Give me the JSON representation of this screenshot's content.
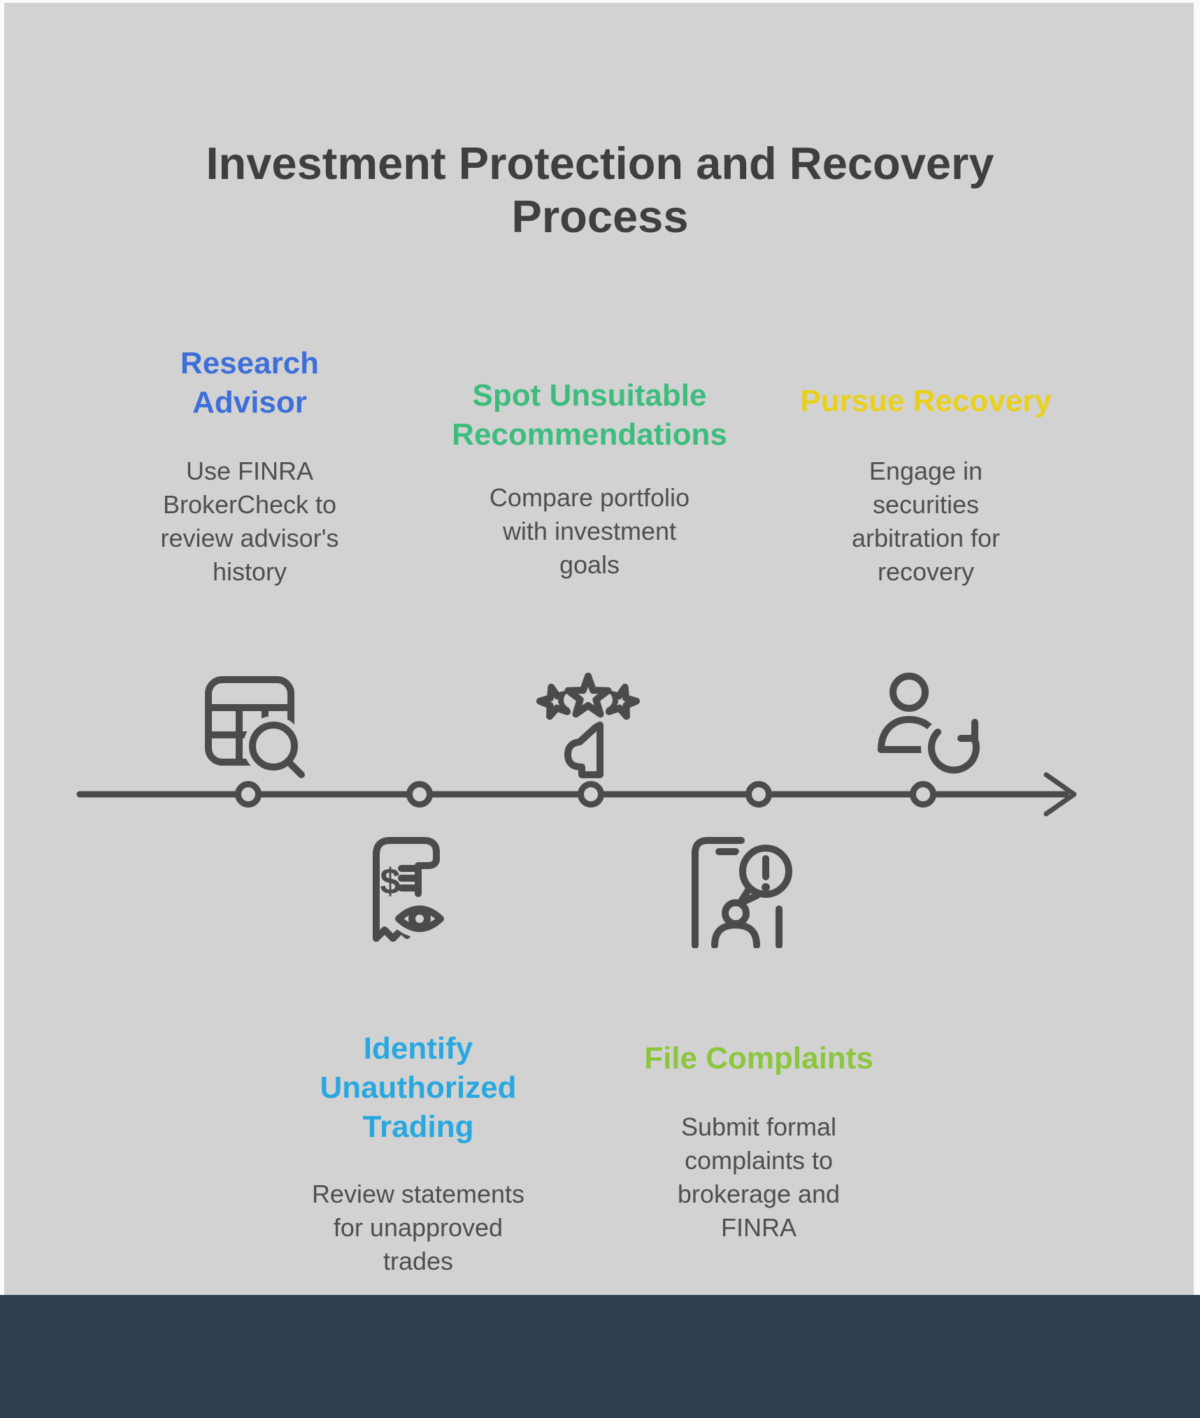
{
  "title": "Investment Protection and Recovery\nProcess",
  "steps": [
    {
      "id": "research-advisor",
      "heading": "Research\nAdvisor",
      "description": "Use FINRA\nBrokerCheck to\nreview advisor's\nhistory",
      "color": "#3e6fd9",
      "icon": "table-search-icon",
      "side": "above"
    },
    {
      "id": "identify-unauthorized-trading",
      "heading": "Identify\nUnauthorized\nTrading",
      "description": "Review statements\nfor unapproved\ntrades",
      "color": "#29a8df",
      "icon": "receipt-review-icon",
      "side": "below"
    },
    {
      "id": "spot-unsuitable-recommendations",
      "heading": "Spot Unsuitable\nRecommendations",
      "description": "Compare portfolio\nwith investment\ngoals",
      "color": "#3cbd7d",
      "icon": "rating-megaphone-icon",
      "side": "above"
    },
    {
      "id": "file-complaints",
      "heading": "File Complaints",
      "description": "Submit formal\ncomplaints to\nbrokerage and\nFINRA",
      "color": "#8cc63f",
      "icon": "complaint-alert-icon",
      "side": "below"
    },
    {
      "id": "pursue-recovery",
      "heading": "Pursue Recovery",
      "description": "Engage in\nsecurities\narbitration for\nrecovery",
      "color": "#e9d01d",
      "icon": "person-refresh-icon",
      "side": "above"
    }
  ],
  "icon_glyphs": {
    "receipt_currency_symbol": "$"
  },
  "colors": {
    "background": "#d2d2d2",
    "page": "#fbfbfb",
    "footer_bar": "#2d3e50",
    "title_text": "#3e3f41",
    "body_text": "#4d4f50",
    "icon_stroke": "#4a4b4c",
    "timeline": "#4a4b4c",
    "step_accents": [
      "#3e6fd9",
      "#29a8df",
      "#3cbd7d",
      "#8cc63f",
      "#e9d01d"
    ]
  }
}
